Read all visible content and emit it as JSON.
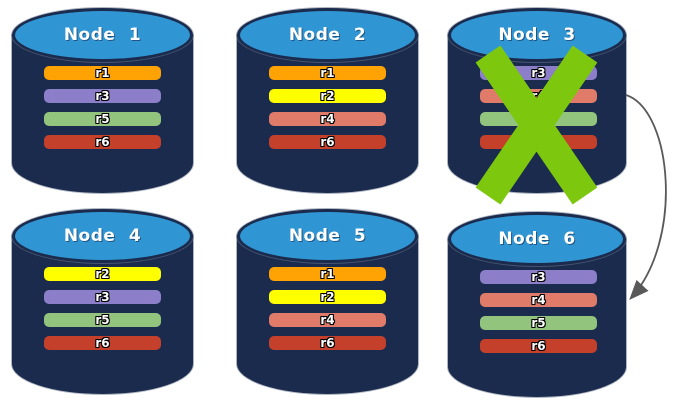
{
  "canvas": {
    "background": "#FFFFFF"
  },
  "styles": {
    "cylinder_body_color": "#1A2B4E",
    "cylinder_top_color": "#3096D3",
    "title_color": "#FFFFFF",
    "replica_text_color": "#FFFFFF",
    "replica_text_outline_color": "#000000",
    "failure_x_color": "#7DC80F",
    "arrow_color": "#595959"
  },
  "nodes": [
    {
      "id": "node-1",
      "title": "Node 1",
      "failed": false,
      "replicas": [
        {
          "label": "r1",
          "color": "#FFA203"
        },
        {
          "label": "r3",
          "color": "#8C7EC8"
        },
        {
          "label": "r5",
          "color": "#93C47D"
        },
        {
          "label": "r6",
          "color": "#C5402B"
        }
      ]
    },
    {
      "id": "node-2",
      "title": "Node 2",
      "failed": false,
      "replicas": [
        {
          "label": "r1",
          "color": "#FFA203"
        },
        {
          "label": "r2",
          "color": "#FFFF00"
        },
        {
          "label": "r4",
          "color": "#E07B6A"
        },
        {
          "label": "r6",
          "color": "#C5402B"
        }
      ]
    },
    {
      "id": "node-3",
      "title": "Node 3",
      "failed": true,
      "replicas": [
        {
          "label": "r3",
          "color": "#8C7EC8"
        },
        {
          "label": "r4",
          "color": "#E07B6A"
        },
        {
          "label": "r5",
          "color": "#93C47D"
        },
        {
          "label": "r6",
          "color": "#C5402B"
        }
      ]
    },
    {
      "id": "node-4",
      "title": "Node 4",
      "failed": false,
      "replicas": [
        {
          "label": "r2",
          "color": "#FFFF00"
        },
        {
          "label": "r3",
          "color": "#8C7EC8"
        },
        {
          "label": "r5",
          "color": "#93C47D"
        },
        {
          "label": "r6",
          "color": "#C5402B"
        }
      ]
    },
    {
      "id": "node-5",
      "title": "Node 5",
      "failed": false,
      "replicas": [
        {
          "label": "r1",
          "color": "#FFA203"
        },
        {
          "label": "r2",
          "color": "#FFFF00"
        },
        {
          "label": "r4",
          "color": "#E07B6A"
        },
        {
          "label": "r6",
          "color": "#C5402B"
        }
      ]
    },
    {
      "id": "node-6",
      "title": "Node 6",
      "failed": false,
      "replicas": [
        {
          "label": "r3",
          "color": "#8C7EC8"
        },
        {
          "label": "r4",
          "color": "#E07B6A"
        },
        {
          "label": "r5",
          "color": "#93C47D"
        },
        {
          "label": "r6",
          "color": "#C5402B"
        }
      ]
    }
  ],
  "arrow": {
    "from": "node-3",
    "to": "node-6"
  }
}
